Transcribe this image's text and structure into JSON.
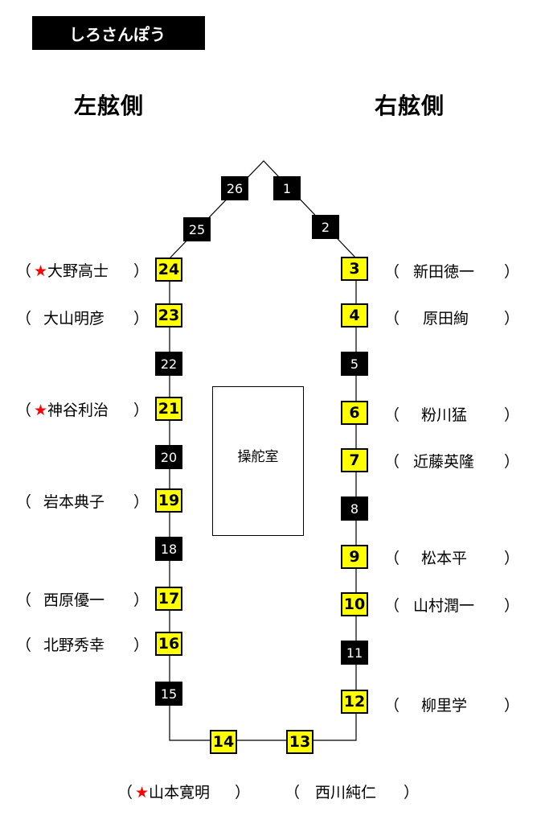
{
  "title": "しろさんぽう",
  "left_side_label": "左舷側",
  "right_side_label": "右舷側",
  "wheelhouse_label": "操舵室",
  "colors": {
    "highlight": "#ffff00",
    "star": "#ff0000",
    "seat_dark": "#000000"
  },
  "seats": [
    {
      "no": "1",
      "type": "black"
    },
    {
      "no": "2",
      "type": "black"
    },
    {
      "no": "3",
      "type": "yellow"
    },
    {
      "no": "4",
      "type": "yellow"
    },
    {
      "no": "5",
      "type": "black"
    },
    {
      "no": "6",
      "type": "yellow"
    },
    {
      "no": "7",
      "type": "yellow"
    },
    {
      "no": "8",
      "type": "black"
    },
    {
      "no": "9",
      "type": "yellow"
    },
    {
      "no": "10",
      "type": "yellow"
    },
    {
      "no": "11",
      "type": "black"
    },
    {
      "no": "12",
      "type": "yellow"
    },
    {
      "no": "13",
      "type": "yellow"
    },
    {
      "no": "14",
      "type": "yellow"
    },
    {
      "no": "15",
      "type": "black"
    },
    {
      "no": "16",
      "type": "yellow"
    },
    {
      "no": "17",
      "type": "yellow"
    },
    {
      "no": "18",
      "type": "black"
    },
    {
      "no": "19",
      "type": "yellow"
    },
    {
      "no": "20",
      "type": "black"
    },
    {
      "no": "21",
      "type": "yellow"
    },
    {
      "no": "22",
      "type": "black"
    },
    {
      "no": "23",
      "type": "yellow"
    },
    {
      "no": "24",
      "type": "yellow"
    },
    {
      "no": "25",
      "type": "black"
    },
    {
      "no": "26",
      "type": "black"
    }
  ],
  "paren_open": "（",
  "paren_close": "）",
  "star_glyph": "★",
  "people": [
    {
      "seat": "24",
      "name": "大野高士",
      "star": true
    },
    {
      "seat": "23",
      "name": "大山明彦",
      "star": false
    },
    {
      "seat": "21",
      "name": "神谷利治",
      "star": true
    },
    {
      "seat": "19",
      "name": "岩本典子",
      "star": false
    },
    {
      "seat": "17",
      "name": "西原優一",
      "star": false
    },
    {
      "seat": "16",
      "name": "北野秀幸",
      "star": false
    },
    {
      "seat": "3",
      "name": "新田徳一",
      "star": false
    },
    {
      "seat": "4",
      "name": "原田絢",
      "star": false
    },
    {
      "seat": "6",
      "name": "粉川猛",
      "star": false
    },
    {
      "seat": "7",
      "name": "近藤英隆",
      "star": false
    },
    {
      "seat": "9",
      "name": "松本平",
      "star": false
    },
    {
      "seat": "10",
      "name": "山村潤一",
      "star": false
    },
    {
      "seat": "12",
      "name": "柳里学",
      "star": false
    },
    {
      "seat": "14",
      "name": "山本寛明",
      "star": true
    },
    {
      "seat": "13",
      "name": "西川純仁",
      "star": false
    }
  ]
}
